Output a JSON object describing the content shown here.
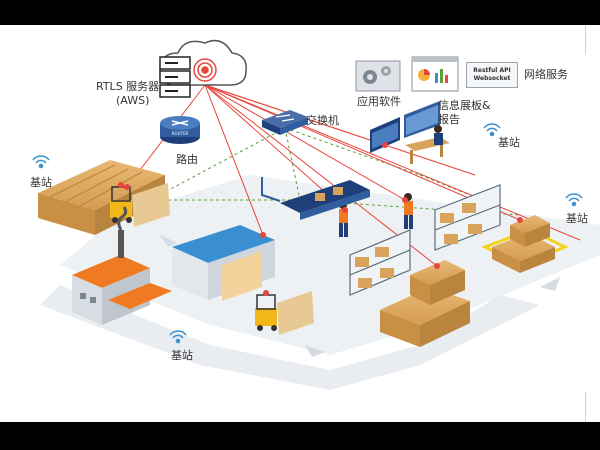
{
  "labels": {
    "rtls_server": "RTLS 服务器",
    "aws": "(AWS)",
    "router": "路由",
    "switch": "交换机",
    "app_software": "应用软件",
    "dashboard_report_line1": "信息展板&",
    "dashboard_report_line2": "报告",
    "network_service": "网络服务",
    "api_line1": "Restful API",
    "api_line2": "Websocket",
    "router_badge": "ROUTER",
    "base_station_1": "基站",
    "base_station_2": "基站",
    "base_station_3": "基站",
    "base_station_4": "基站"
  },
  "colors": {
    "signal_line": "#e8453c",
    "network_line": "#5a9e3a",
    "ground_path": "#e9ecf0",
    "box": "#d9a35b",
    "box_dark": "#b9853e",
    "wifi": "#3a8fd0",
    "router": "#2f5d9e",
    "switch": "#1f3f7a"
  }
}
